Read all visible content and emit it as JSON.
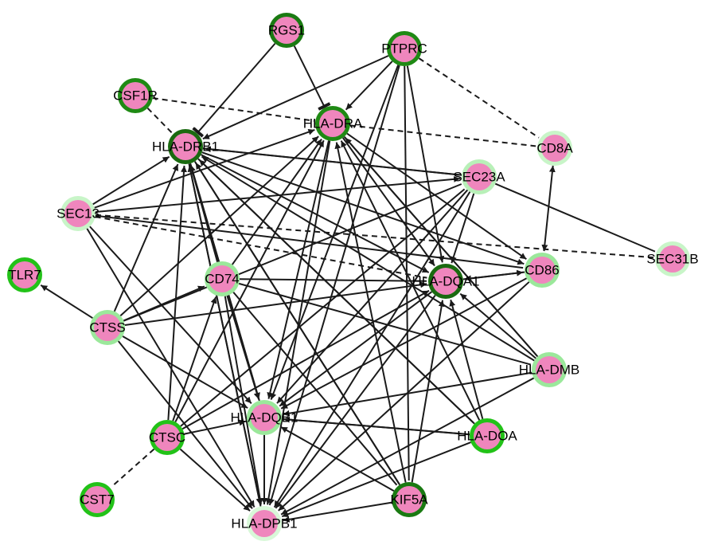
{
  "nodes": [
    {
      "id": "RGS1",
      "label": "RGS1",
      "ring": "#1a7a12"
    },
    {
      "id": "PTPRC",
      "label": "PTPRC",
      "ring": "#1f8a14"
    },
    {
      "id": "CSF1R",
      "label": "CSF1R",
      "ring": "#1f8a14"
    },
    {
      "id": "HLA-DRA",
      "label": "HLA-DRA",
      "ring": "#1f8a14"
    },
    {
      "id": "HLA-DRB1",
      "label": "HLA-DRB1",
      "ring": "#1a6a10"
    },
    {
      "id": "CD8A",
      "label": "CD8A",
      "ring": "#c8f5c8"
    },
    {
      "id": "SEC23A",
      "label": "SEC23A",
      "ring": "#b8f0b8"
    },
    {
      "id": "SEC13",
      "label": "SEC13",
      "ring": "#c8f5c8"
    },
    {
      "id": "SEC31B",
      "label": "SEC31B",
      "ring": "#c8f5c8"
    },
    {
      "id": "TLR7",
      "label": "TLR7",
      "ring": "#22c218"
    },
    {
      "id": "CD74",
      "label": "CD74",
      "ring": "#9be89b"
    },
    {
      "id": "HLA-DQA1",
      "label": "HLA-DQA1",
      "ring": "#1a6a10"
    },
    {
      "id": "CD86",
      "label": "CD86",
      "ring": "#9be89b"
    },
    {
      "id": "CTSS",
      "label": "CTSS",
      "ring": "#9be89b"
    },
    {
      "id": "HLA-DMB",
      "label": "HLA-DMB",
      "ring": "#9be89b"
    },
    {
      "id": "HLA-DQB1",
      "label": "HLA-DQB1",
      "ring": "#9be89b"
    },
    {
      "id": "CTSC",
      "label": "CTSC",
      "ring": "#22c218"
    },
    {
      "id": "HLA-DOA",
      "label": "HLA-DOA",
      "ring": "#22c218"
    },
    {
      "id": "CST7",
      "label": "CST7",
      "ring": "#22c218"
    },
    {
      "id": "KIF5A",
      "label": "KIF5A",
      "ring": "#1a7a12"
    },
    {
      "id": "HLA-DPB1",
      "label": "HLA-DPB1",
      "ring": "#d8f8d8"
    }
  ],
  "edges": [
    {
      "source": "RGS1",
      "target": "HLA-DRB1",
      "type": "inhibit"
    },
    {
      "source": "RGS1",
      "target": "HLA-DRA",
      "type": "inhibit"
    },
    {
      "source": "PTPRC",
      "target": "HLA-DRB1",
      "type": "arrow"
    },
    {
      "source": "PTPRC",
      "target": "HLA-DRA",
      "type": "arrow"
    },
    {
      "source": "PTPRC",
      "target": "CD8A",
      "type": "dashed"
    },
    {
      "source": "PTPRC",
      "target": "HLA-DQA1",
      "type": "arrow"
    },
    {
      "source": "PTPRC",
      "target": "HLA-DQB1",
      "type": "arrow"
    },
    {
      "source": "PTPRC",
      "target": "HLA-DPB1",
      "type": "arrow"
    },
    {
      "source": "PTPRC",
      "target": "KIF5A",
      "type": "line"
    },
    {
      "source": "CSF1R",
      "target": "HLA-DRB1",
      "type": "dashed"
    },
    {
      "source": "CSF1R",
      "target": "HLA-DRA",
      "type": "dashed"
    },
    {
      "source": "HLA-DRA",
      "target": "CD8A",
      "type": "dashed"
    },
    {
      "source": "HLA-DRA",
      "target": "HLA-DQA1",
      "type": "arrow"
    },
    {
      "source": "HLA-DRA",
      "target": "CD86",
      "type": "arrow"
    },
    {
      "source": "HLA-DRA",
      "target": "HLA-DQB1",
      "type": "arrow"
    },
    {
      "source": "HLA-DRA",
      "target": "HLA-DPB1",
      "type": "arrow"
    },
    {
      "source": "HLA-DRA",
      "target": "HLA-DMB",
      "type": "line"
    },
    {
      "source": "HLA-DRB1",
      "target": "SEC23A",
      "type": "line"
    },
    {
      "source": "HLA-DRB1",
      "target": "HLA-DQA1",
      "type": "arrow"
    },
    {
      "source": "HLA-DRB1",
      "target": "CD86",
      "type": "arrow"
    },
    {
      "source": "HLA-DRB1",
      "target": "HLA-DQB1",
      "type": "arrow"
    },
    {
      "source": "HLA-DRB1",
      "target": "HLA-DPB1",
      "type": "arrow"
    },
    {
      "source": "HLA-DRB1",
      "target": "HLA-DOA",
      "type": "line"
    },
    {
      "source": "HLA-DRB1",
      "target": "KIF5A",
      "type": "line"
    },
    {
      "source": "CD8A",
      "target": "CD86",
      "type": "bidirectional"
    },
    {
      "source": "SEC13",
      "target": "HLA-DRB1",
      "type": "arrow"
    },
    {
      "source": "SEC13",
      "target": "HLA-DRA",
      "type": "arrow"
    },
    {
      "source": "SEC13",
      "target": "SEC23A",
      "type": "arrow"
    },
    {
      "source": "SEC13",
      "target": "SEC31B",
      "type": "dashed"
    },
    {
      "source": "SEC13",
      "target": "HLA-DQA1",
      "type": "dashed"
    },
    {
      "source": "SEC13",
      "target": "CD86",
      "type": "line"
    },
    {
      "source": "SEC13",
      "target": "HLA-DQB1",
      "type": "arrow"
    },
    {
      "source": "SEC13",
      "target": "HLA-DPB1",
      "type": "arrow"
    },
    {
      "source": "SEC23A",
      "target": "SEC31B",
      "type": "line"
    },
    {
      "source": "SEC23A",
      "target": "HLA-DRB1",
      "type": "arrow"
    },
    {
      "source": "SEC23A",
      "target": "HLA-DQB1",
      "type": "arrow"
    },
    {
      "source": "SEC23A",
      "target": "HLA-DPB1",
      "type": "arrow"
    },
    {
      "source": "SEC23A",
      "target": "HLA-DQA1",
      "type": "arrow"
    },
    {
      "source": "CTSS",
      "target": "TLR7",
      "type": "arrow"
    },
    {
      "source": "CTSS",
      "target": "CD74",
      "type": "arrow"
    },
    {
      "source": "CTSS",
      "target": "HLA-DRB1",
      "type": "arrow"
    },
    {
      "source": "CTSS",
      "target": "HLA-DRA",
      "type": "arrow"
    },
    {
      "source": "CTSS",
      "target": "HLA-DQA1",
      "type": "arrow"
    },
    {
      "source": "CTSS",
      "target": "HLA-DQB1",
      "type": "arrow"
    },
    {
      "source": "CTSS",
      "target": "HLA-DPB1",
      "type": "arrow"
    },
    {
      "source": "CTSS",
      "target": "SEC23A",
      "type": "line"
    },
    {
      "source": "CD74",
      "target": "HLA-DRB1",
      "type": "arrow"
    },
    {
      "source": "CD74",
      "target": "HLA-DRA",
      "type": "arrow"
    },
    {
      "source": "CD74",
      "target": "HLA-DQA1",
      "type": "line"
    },
    {
      "source": "CD74",
      "target": "HLA-DQB1",
      "type": "arrow"
    },
    {
      "source": "CD74",
      "target": "HLA-DPB1",
      "type": "arrow"
    },
    {
      "source": "CD74",
      "target": "HLA-DMB",
      "type": "line"
    },
    {
      "source": "CD74",
      "target": "KIF5A",
      "type": "line"
    },
    {
      "source": "HLA-DQA1",
      "target": "CD86",
      "type": "arrow"
    },
    {
      "source": "HLA-DQA1",
      "target": "HLA-DQB1",
      "type": "arrow"
    },
    {
      "source": "HLA-DQA1",
      "target": "HLA-DPB1",
      "type": "arrow"
    },
    {
      "source": "CD86",
      "target": "HLA-DQA1",
      "type": "arrow"
    },
    {
      "source": "CD86",
      "target": "HLA-DQB1",
      "type": "arrow"
    },
    {
      "source": "CD86",
      "target": "HLA-DPB1",
      "type": "arrow"
    },
    {
      "source": "HLA-DMB",
      "target": "HLA-DQA1",
      "type": "arrow"
    },
    {
      "source": "HLA-DMB",
      "target": "HLA-DQB1",
      "type": "arrow"
    },
    {
      "source": "HLA-DMB",
      "target": "HLA-DPB1",
      "type": "arrow"
    },
    {
      "source": "HLA-DMB",
      "target": "HLA-DRA",
      "type": "arrow"
    },
    {
      "source": "HLA-DMB",
      "target": "HLA-DRB1",
      "type": "arrow"
    },
    {
      "source": "HLA-DOA",
      "target": "HLA-DQB1",
      "type": "arrow"
    },
    {
      "source": "HLA-DOA",
      "target": "HLA-DPB1",
      "type": "arrow"
    },
    {
      "source": "HLA-DOA",
      "target": "HLA-DQA1",
      "type": "arrow"
    },
    {
      "source": "HLA-DOA",
      "target": "HLA-DRA",
      "type": "arrow"
    },
    {
      "source": "HLA-DOA",
      "target": "HLA-DRB1",
      "type": "arrow"
    },
    {
      "source": "CTSC",
      "target": "CST7",
      "type": "dashed"
    },
    {
      "source": "CTSC",
      "target": "HLA-DQB1",
      "type": "arrow"
    },
    {
      "source": "CTSC",
      "target": "HLA-DPB1",
      "type": "arrow"
    },
    {
      "source": "CTSC",
      "target": "CD74",
      "type": "arrow"
    },
    {
      "source": "CTSC",
      "target": "HLA-DRB1",
      "type": "arrow"
    },
    {
      "source": "CTSC",
      "target": "HLA-DRA",
      "type": "arrow"
    },
    {
      "source": "CTSC",
      "target": "HLA-DQA1",
      "type": "arrow"
    },
    {
      "source": "CTSC",
      "target": "SEC23A",
      "type": "line"
    },
    {
      "source": "KIF5A",
      "target": "HLA-DPB1",
      "type": "arrow"
    },
    {
      "source": "KIF5A",
      "target": "HLA-DQB1",
      "type": "arrow"
    },
    {
      "source": "KIF5A",
      "target": "HLA-DRA",
      "type": "arrow"
    },
    {
      "source": "KIF5A",
      "target": "HLA-DRB1",
      "type": "arrow"
    },
    {
      "source": "KIF5A",
      "target": "HLA-DQA1",
      "type": "arrow"
    },
    {
      "source": "HLA-DQB1",
      "target": "HLA-DPB1",
      "type": "arrow"
    },
    {
      "source": "HLA-DQB1",
      "target": "HLA-DRB1",
      "type": "arrow"
    },
    {
      "source": "HLA-DPB1",
      "target": "HLA-DRB1",
      "type": "arrow"
    },
    {
      "source": "HLA-DQB1",
      "target": "HLA-DOA",
      "type": "line"
    }
  ]
}
